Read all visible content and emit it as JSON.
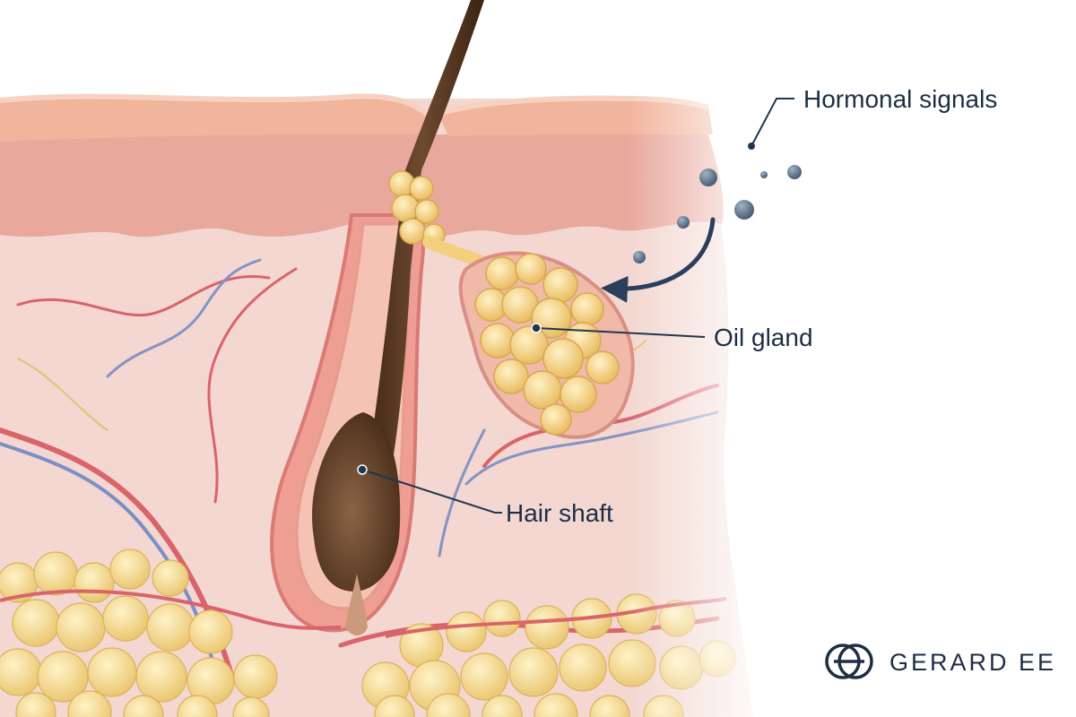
{
  "labels": {
    "hormonal_signals": "Hormonal signals",
    "oil_gland": "Oil gland",
    "hair_shaft": "Hair shaft"
  },
  "brand": {
    "name": "GERARD EE"
  },
  "colors": {
    "label_text": "#1d2e45",
    "leader_line": "#233650",
    "hormone_dot": "#5b7088",
    "arrow": "#2a3f5c",
    "hair": "#5a3a22",
    "oil_gland": "#f3cf7e",
    "dermis": "#f3d5cf",
    "epidermis": "#f1b9a3",
    "fat": "#f6dc8c"
  }
}
